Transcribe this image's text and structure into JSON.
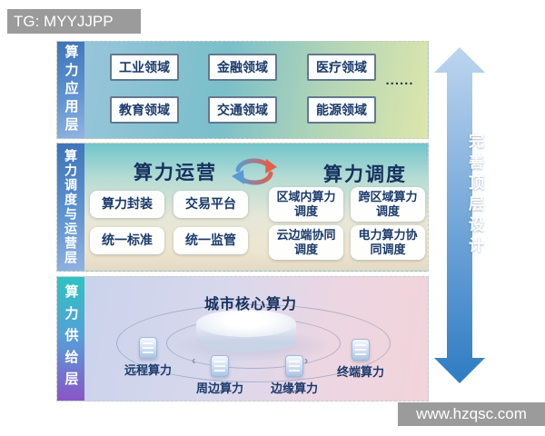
{
  "page": {
    "top_watermark": "TG: MYYJJPP",
    "bottom_watermark": "www.hzqsc.com"
  },
  "arrow": {
    "label": "完善顶层设计",
    "color_top": "#bdd5ef",
    "color_bottom": "#2e7cc3"
  },
  "layers": {
    "application": {
      "label": "算力应用层",
      "boxes": [
        "工业领域",
        "金融领域",
        "医疗领域",
        "教育领域",
        "交通领域",
        "能源领域"
      ],
      "ellipsis": "......"
    },
    "scheduling": {
      "label": "算力调度与运营层",
      "left_title": "算力运营",
      "right_title": "算力调度",
      "left_boxes": [
        "算力封装",
        "交易平台",
        "统一标准",
        "统一监管"
      ],
      "right_boxes": [
        "区域内算力调度",
        "跨区域算力调度",
        "云边端协同调度",
        "电力算力协同调度"
      ]
    },
    "supply": {
      "label": "算力供给层",
      "core": "城市核心算力",
      "nodes": [
        "远程算力",
        "周边算力",
        "边缘算力",
        "终端算力"
      ]
    }
  },
  "colors": {
    "accent_navy": "#1b3a6b",
    "strip_blue": "#4a80c4",
    "strip_teal": "#2ec3bf",
    "strip_purple": "#8a55c6",
    "cycle_blue": "#5b9bd5",
    "cycle_red": "#e0604a",
    "watermark_gray": "#9b9b9b"
  }
}
